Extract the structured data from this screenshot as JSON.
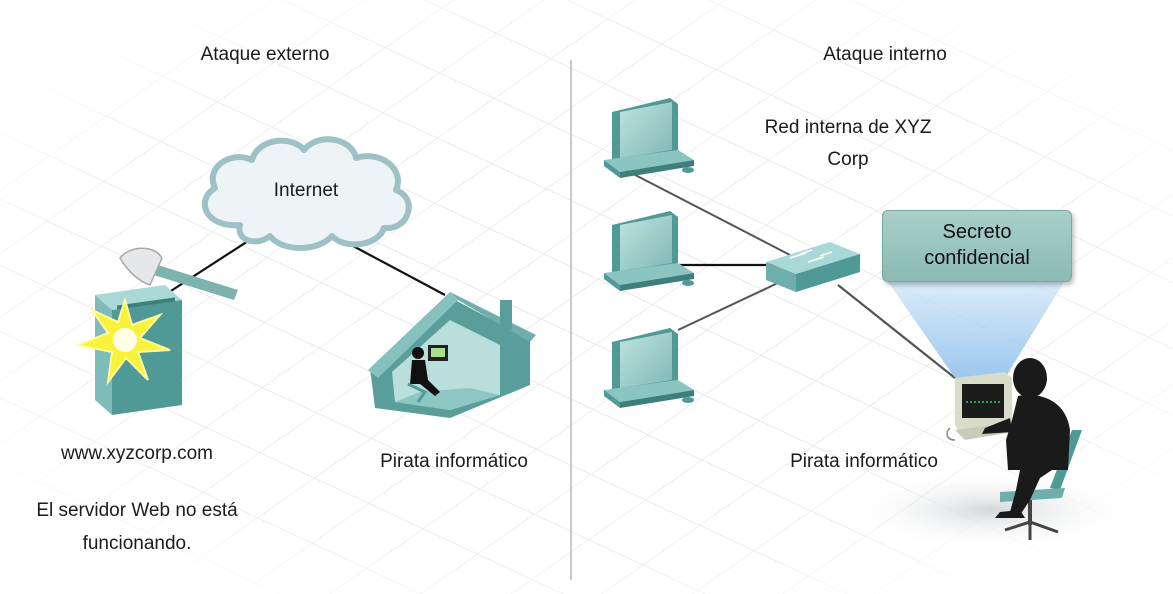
{
  "external": {
    "heading": "Ataque externo",
    "cloud_label": "Internet",
    "server_label": "www.xyzcorp.com",
    "server_status_line1": "El servidor Web no está",
    "server_status_line2": "funcionando.",
    "hacker_label": "Pirata informático"
  },
  "internal": {
    "heading": "Ataque interno",
    "network_label_line1": "Red interna de XYZ",
    "network_label_line2": "Corp",
    "secret_line1": "Secreto",
    "secret_line2": "confidencial",
    "hacker_label": "Pirata informático"
  },
  "colors": {
    "device_teal": "#4f9a97",
    "device_light": "#8cc4c1",
    "cloud": "#e8f0f1",
    "secret_box": "#9cc6c0",
    "silhouette": "#1a1a1a",
    "explosion": "#f8f23a"
  }
}
